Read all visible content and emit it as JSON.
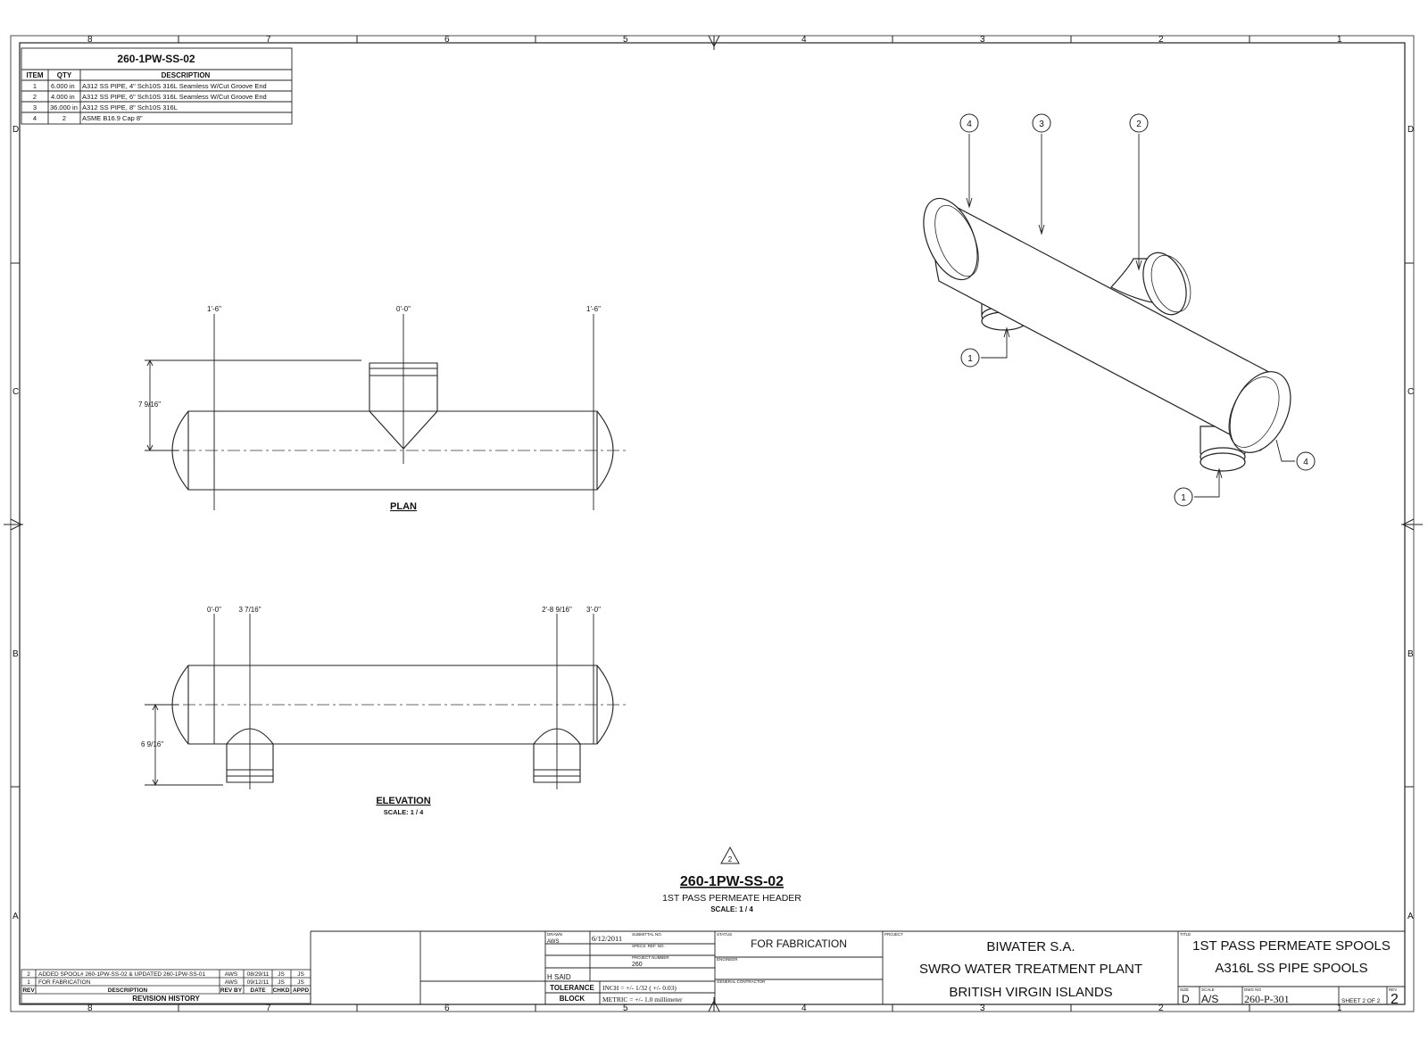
{
  "border": {
    "top_numbers": [
      "8",
      "7",
      "6",
      "5",
      "4",
      "3",
      "2",
      "1"
    ],
    "bottom_numbers": [
      "8",
      "7",
      "6",
      "5",
      "4",
      "3",
      "2",
      "1"
    ],
    "side_letters": [
      "D",
      "C",
      "B",
      "A"
    ]
  },
  "bom": {
    "title": "260-1PW-SS-02",
    "headers": [
      "ITEM",
      "QTY",
      "DESCRIPTION"
    ],
    "rows": [
      {
        "item": "1",
        "qty": "6.000 in",
        "desc": "A312 SS PIPE, 4\" Sch10S 316L Seamless W/Cut Groove End"
      },
      {
        "item": "2",
        "qty": "4.000 in",
        "desc": "A312 SS PIPE, 6\" Sch10S 316L Seamless W/Cut Groove End"
      },
      {
        "item": "3",
        "qty": "36.000 in",
        "desc": "A312 SS PIPE, 8\" Sch10S 316L"
      },
      {
        "item": "4",
        "qty": "2",
        "desc": "ASME B16.9 Cap 8\""
      }
    ]
  },
  "plan": {
    "label": "PLAN",
    "dims": {
      "left": "1'-6\"",
      "center": "0'-0\"",
      "right": "1'-6\"",
      "height": "7 9/16\""
    }
  },
  "elevation": {
    "label": "ELEVATION",
    "scale": "SCALE: 1 / 4",
    "dims": {
      "a": "0'-0\"",
      "b": "3 7/16\"",
      "c": "2'-8 9/16\"",
      "d": "3'-0\"",
      "height": "6 9/16\""
    }
  },
  "iso": {
    "balloons": [
      "4",
      "3",
      "2",
      "1",
      "1",
      "4"
    ]
  },
  "center_title": {
    "rev_mark": "2",
    "title": "260-1PW-SS-02",
    "subtitle": "1ST PASS PERMEATE HEADER",
    "scale": "SCALE: 1 / 4"
  },
  "revisions": {
    "rows": [
      {
        "rev": "2",
        "desc": "ADDED SPOOL# 260-1PW-SS-02 & UPDATED 260-1PW-SS-01",
        "by": "AWS",
        "date": "08/29/11",
        "chkd": "JS",
        "appd": "JS"
      },
      {
        "rev": "1",
        "desc": "FOR FABRICATION",
        "by": "AWS",
        "date": "09/12/11",
        "chkd": "JS",
        "appd": "JS"
      }
    ],
    "headers": [
      "REV",
      "DESCRIPTION",
      "REV BY",
      "DATE",
      "CHKD",
      "APPD"
    ],
    "title": "REVISION HISTORY"
  },
  "title_block": {
    "labels": {
      "drawn": "DRAWN",
      "submittal": "SUBMITTAL NO.",
      "spec_ref": "SPECS. REF. NO.",
      "project_number": "PROJECT NUMBER",
      "status": "STATUS",
      "engineer": "ENGINEER",
      "contractor": "GENERAL CONTRACTOR",
      "project": "PROJECT",
      "title": "TITLE",
      "size": "SIZE",
      "scale": "SCALE",
      "dwg_no": "DWG NO",
      "rev": "REV"
    },
    "drawn_by": "AWS",
    "approved_by": "H SAID",
    "date": "6/12/2011",
    "project_number_value": "260",
    "status_value": "FOR FABRICATION",
    "tolerance_label_1": "TOLERANCE",
    "tolerance_label_2": "BLOCK",
    "tolerance_inch": "INCH = +/- 1/32 ( +/- 0.03)",
    "tolerance_metric": "METRIC = +/- 1.0 millimeter",
    "project_lines": [
      "BIWATER S.A.",
      "SWRO WATER TREATMENT PLANT",
      "BRITISH VIRGIN ISLANDS"
    ],
    "title_lines": [
      "1ST PASS PERMEATE SPOOLS",
      "A316L SS PIPE SPOOLS"
    ],
    "size_value": "D",
    "scale_value": "A/S",
    "dwg_no_value": "260-P-301",
    "sheet_text": "SHEET 2 OF 2",
    "rev_value": "2"
  }
}
